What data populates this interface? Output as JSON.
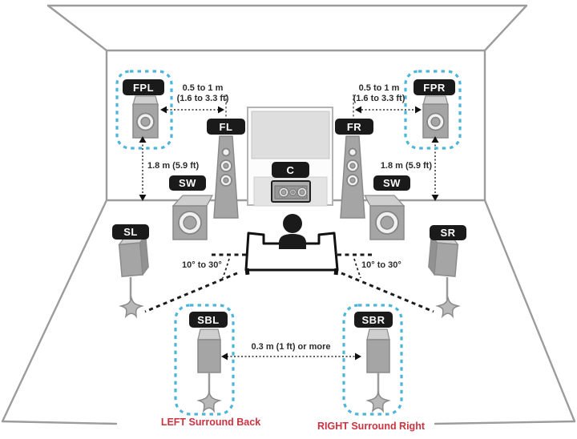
{
  "speakers": {
    "fpl": "FPL",
    "fl": "FL",
    "c": "C",
    "fr": "FR",
    "fpr": "FPR",
    "sw_left": "SW",
    "sw_right": "SW",
    "sl": "SL",
    "sr": "SR",
    "sbl": "SBL",
    "sbr": "SBR"
  },
  "measurements": {
    "presence_offset_line1": "0.5 to 1 m",
    "presence_offset_line2": "(1.6 to 3.3 ft)",
    "presence_height": "1.8 m (5.9 ft)",
    "surround_angle": "10° to 30°",
    "surround_back_spacing": "0.3 m (1 ft) or more"
  },
  "captions": {
    "left": "LEFT Surround Back",
    "right": "RIGHT Surround Right"
  },
  "colors": {
    "highlight_dashed_blue": "#4db5d9",
    "caption_red": "#cc3340",
    "label_pill_black": "#1a1a1a",
    "speaker_gray": "#a5a5a5",
    "room_line_gray": "#9c9c9c"
  }
}
